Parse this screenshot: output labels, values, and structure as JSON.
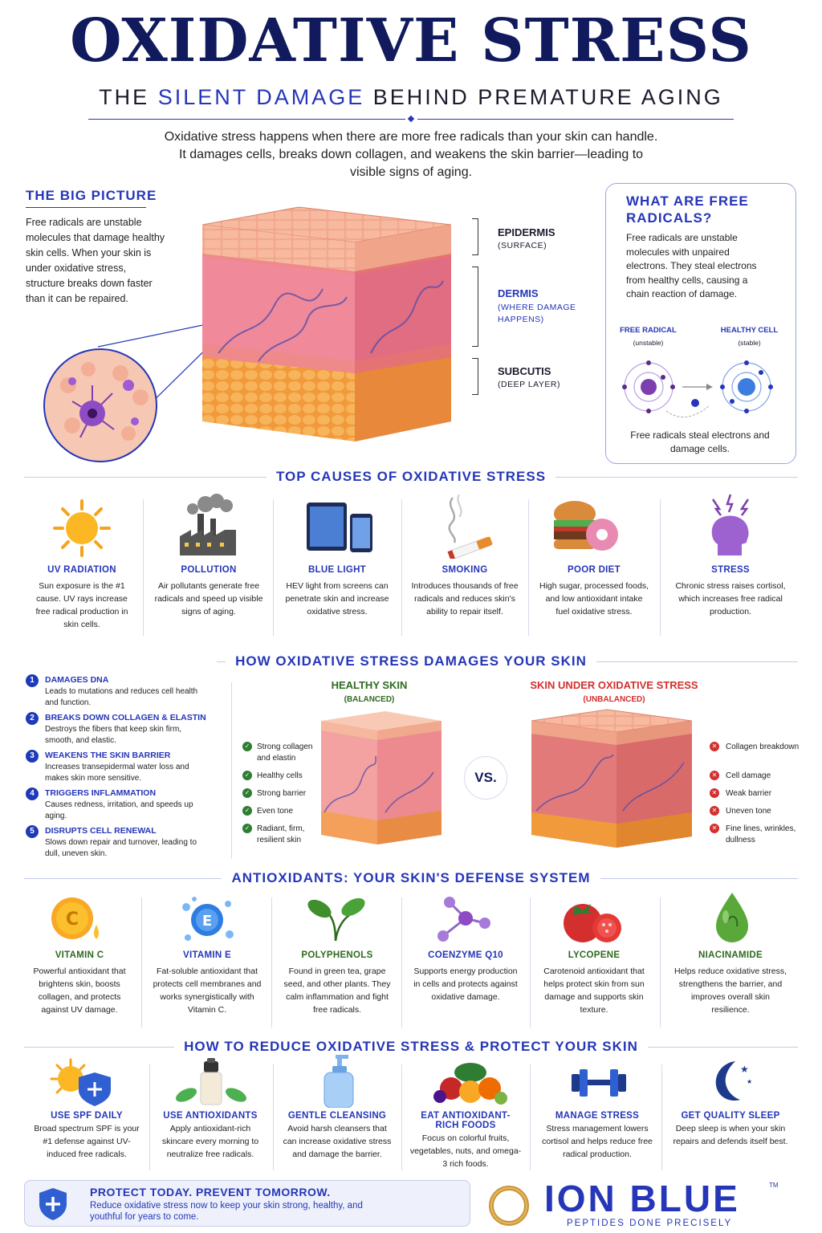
{
  "header": {
    "title": "OXIDATIVE STRESS",
    "subtitle_pre": "THE ",
    "subtitle_hl": "SILENT DAMAGE",
    "subtitle_post": " BEHIND PREMATURE AGING",
    "intro": "Oxidative stress happens when there are more free radicals than your skin can handle. It damages cells, breaks down collagen, and weakens the skin barrier—leading to visible signs of aging."
  },
  "big_picture": {
    "heading": "THE BIG PICTURE",
    "text": "Free radicals are unstable molecules that damage healthy skin cells. When your skin is under oxidative stress, structure breaks down faster than it can be repaired.",
    "layers": [
      {
        "label": "EPIDERMIS",
        "sub": "(SURFACE)"
      },
      {
        "label": "DERMIS",
        "sub": "(WHERE DAMAGE HAPPENS)"
      },
      {
        "label": "SUBCUTIS",
        "sub": "(DEEP LAYER)"
      }
    ]
  },
  "free_radicals": {
    "heading": "WHAT ARE FREE RADICALS?",
    "text": "Free radicals are unstable molecules with unpaired electrons. They steal electrons from healthy cells, causing a chain reaction of damage.",
    "left_label": "FREE RADICAL",
    "left_sub": "(unstable)",
    "right_label": "HEALTHY CELL",
    "right_sub": "(stable)",
    "caption": "Free radicals steal electrons and damage cells."
  },
  "causes": {
    "heading": "TOP CAUSES OF OXIDATIVE STRESS",
    "items": [
      {
        "icon": "sun-icon",
        "title": "UV RADIATION",
        "desc": "Sun exposure is the #1 cause. UV rays increase free radical production in skin cells."
      },
      {
        "icon": "factory-icon",
        "title": "POLLUTION",
        "desc": "Air pollutants generate free radicals and speed up visible signs of aging."
      },
      {
        "icon": "devices-icon",
        "title": "BLUE LIGHT",
        "desc": "HEV light from screens can penetrate skin and increase oxidative stress."
      },
      {
        "icon": "cigarette-icon",
        "title": "SMOKING",
        "desc": "Introduces thousands of free radicals and reduces skin's ability to repair itself."
      },
      {
        "icon": "burger-icon",
        "title": "POOR DIET",
        "desc": "High sugar, processed foods, and low antioxidant intake fuel oxidative stress."
      },
      {
        "icon": "stressed-head-icon",
        "title": "STRESS",
        "desc": "Chronic stress raises cortisol, which increases free radical production."
      }
    ]
  },
  "damage": {
    "heading": "HOW OXIDATIVE STRESS DAMAGES YOUR SKIN",
    "items": [
      {
        "num": "1",
        "title": "DAMAGES DNA",
        "desc": "Leads to mutations and reduces cell health and function."
      },
      {
        "num": "2",
        "title": "BREAKS DOWN COLLAGEN & ELASTIN",
        "desc": "Destroys the fibers that keep skin firm, smooth, and elastic."
      },
      {
        "num": "3",
        "title": "WEAKENS THE SKIN BARRIER",
        "desc": "Increases transepidermal water loss and makes skin more sensitive."
      },
      {
        "num": "4",
        "title": "TRIGGERS INFLAMMATION",
        "desc": "Causes redness, irritation, and speeds up aging."
      },
      {
        "num": "5",
        "title": "DISRUPTS CELL RENEWAL",
        "desc": "Slows down repair and turnover, leading to dull, uneven skin."
      }
    ],
    "healthy_title": "HEALTHY SKIN",
    "healthy_sub": "(BALANCED)",
    "healthy_points": [
      "Strong collagen and elastin",
      "Healthy cells",
      "Strong barrier",
      "Even tone",
      "Radiant, firm, resilient skin"
    ],
    "vs": "VS.",
    "stressed_title": "SKIN UNDER OXIDATIVE STRESS",
    "stressed_sub": "(UNBALANCED)",
    "stressed_points": [
      "Collagen breakdown",
      "Cell damage",
      "Weak barrier",
      "Uneven tone",
      "Fine lines, wrinkles, dullness"
    ]
  },
  "antioxidants": {
    "heading": "ANTIOXIDANTS: YOUR SKIN'S DEFENSE SYSTEM",
    "items": [
      {
        "icon": "vitamin-c-icon",
        "glyph": "C",
        "title": "VITAMIN C",
        "desc": "Powerful antioxidant that brightens skin, boosts collagen, and protects against UV damage."
      },
      {
        "icon": "vitamin-e-icon",
        "glyph": "E",
        "title": "VITAMIN E",
        "desc": "Fat-soluble antioxidant that protects cell membranes and works synergistically with Vitamin C."
      },
      {
        "icon": "leaves-icon",
        "glyph": "",
        "title": "POLYPHENOLS",
        "desc": "Found in green tea, grape seed, and other plants. They calm inflammation and fight free radicals."
      },
      {
        "icon": "molecule-icon",
        "glyph": "",
        "title": "COENZYME Q10",
        "desc": "Supports energy production in cells and protects against oxidative damage."
      },
      {
        "icon": "tomato-icon",
        "glyph": "",
        "title": "LYCOPENE",
        "desc": "Carotenoid antioxidant that helps protect skin from sun damage and supports skin texture."
      },
      {
        "icon": "droplet-icon",
        "glyph": "",
        "title": "NIACINAMIDE",
        "desc": "Helps reduce oxidative stress, strengthens the barrier, and improves overall skin resilience."
      }
    ]
  },
  "protect": {
    "heading": "HOW TO REDUCE OXIDATIVE STRESS & PROTECT YOUR SKIN",
    "items": [
      {
        "icon": "sun-shield-icon",
        "title": "USE SPF DAILY",
        "desc": "Broad spectrum SPF is your #1 defense against UV-induced free radicals."
      },
      {
        "icon": "serum-bottle-icon",
        "title": "USE ANTIOXIDANTS",
        "desc": "Apply antioxidant-rich skincare every morning to neutralize free radicals."
      },
      {
        "icon": "pump-bottle-icon",
        "title": "GENTLE CLEANSING",
        "desc": "Avoid harsh cleansers that can increase oxidative stress and damage the barrier."
      },
      {
        "icon": "fruits-icon",
        "title": "EAT ANTIOXIDANT-RICH FOODS",
        "desc": "Focus on colorful fruits, vegetables, nuts, and omega-3 rich foods."
      },
      {
        "icon": "dumbbell-icon",
        "title": "MANAGE STRESS",
        "desc": "Stress management lowers cortisol and helps reduce free radical production."
      },
      {
        "icon": "moon-icon",
        "title": "GET QUALITY SLEEP",
        "desc": "Deep sleep is when your skin repairs and defends itself best."
      }
    ]
  },
  "footer": {
    "title": "PROTECT TODAY. PREVENT TOMORROW.",
    "text": "Reduce oxidative stress now to keep your skin strong, healthy, and youthful for years to come.",
    "brand": "ION BLUE",
    "tm": "TM",
    "tagline": "PEPTIDES DONE PRECISELY"
  },
  "colors": {
    "navy": "#101a5c",
    "accent": "#2536b8",
    "green": "#2e7d32",
    "red": "#d32f2f"
  }
}
